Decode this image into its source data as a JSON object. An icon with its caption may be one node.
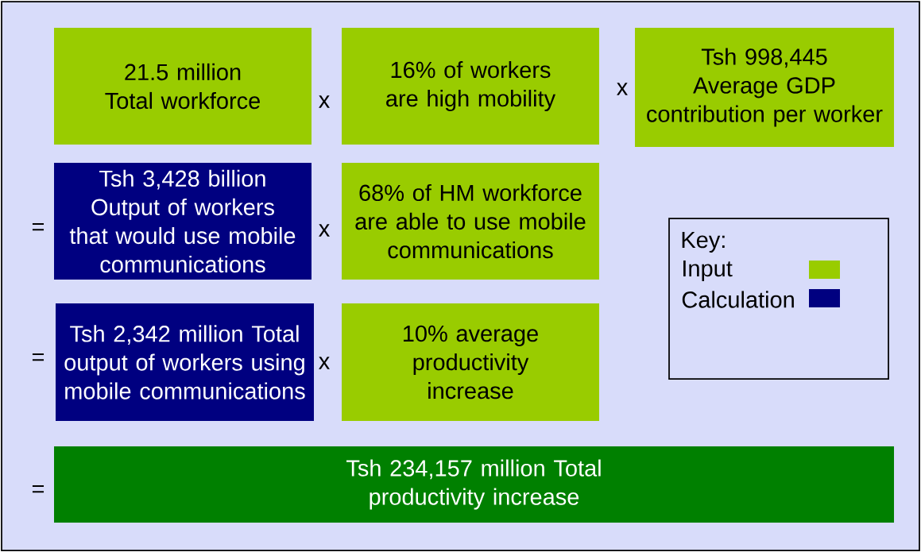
{
  "diagram": {
    "nodes": [
      {
        "text": [
          "21.5 million Total workforce"
        ]
      },
      {
        "text": [
          "16% of workers are high mobility"
        ]
      },
      {
        "text": [
          "Tsh 998,445 Average GDP contribution per worker"
        ]
      },
      {
        "text": [
          "Tsh 3,428 billion Output of workers that would use mobile communications"
        ]
      },
      {
        "text": [
          "68% of HM workforce are able to use mobile communications"
        ]
      },
      {
        "text": [
          "Tsh 2,342 million Total output of workers using mobile communications"
        ]
      },
      {
        "text": [
          "10% average productivity increase"
        ]
      },
      {
        "text": [
          "Tsh 234,157 million Total productivity increase"
        ]
      },
      {
        "text": [
          "Key:"
        ]
      }
    ],
    "labels": [
      "x",
      "x",
      "=",
      "x",
      "=",
      "x",
      "="
    ],
    "legend": [
      {
        "text": "Input",
        "color": "#99cc00"
      },
      {
        "text": "Calculation",
        "color": "#000080"
      }
    ]
  }
}
